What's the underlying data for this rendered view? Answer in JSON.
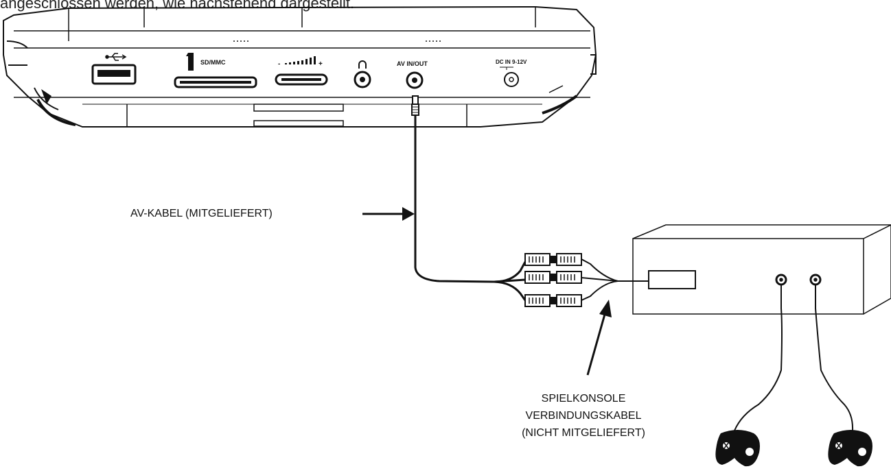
{
  "header_text": "angeschlossen werden, wie nachstehend dargestellt.",
  "device": {
    "ports": {
      "sd_mmc": "SD/MMC",
      "av_in_out": "AV IN/OUT",
      "dc_in": "DC IN 9-12V",
      "volume_minus": "-",
      "volume_plus": "+"
    }
  },
  "labels": {
    "av_cable": "AV-KABEL (MITGELIEFERT)",
    "console_cable_line1": "SPIELKONSOLE",
    "console_cable_line2": "VERBINDUNGSKABEL",
    "console_cable_line3": "(NICHT MITGELIEFERT)"
  },
  "colors": {
    "ink": "#111111",
    "background": "#ffffff"
  },
  "icons": [
    "usb-icon",
    "sd-card-icon",
    "headphone-icon",
    "gamepad-icon"
  ]
}
